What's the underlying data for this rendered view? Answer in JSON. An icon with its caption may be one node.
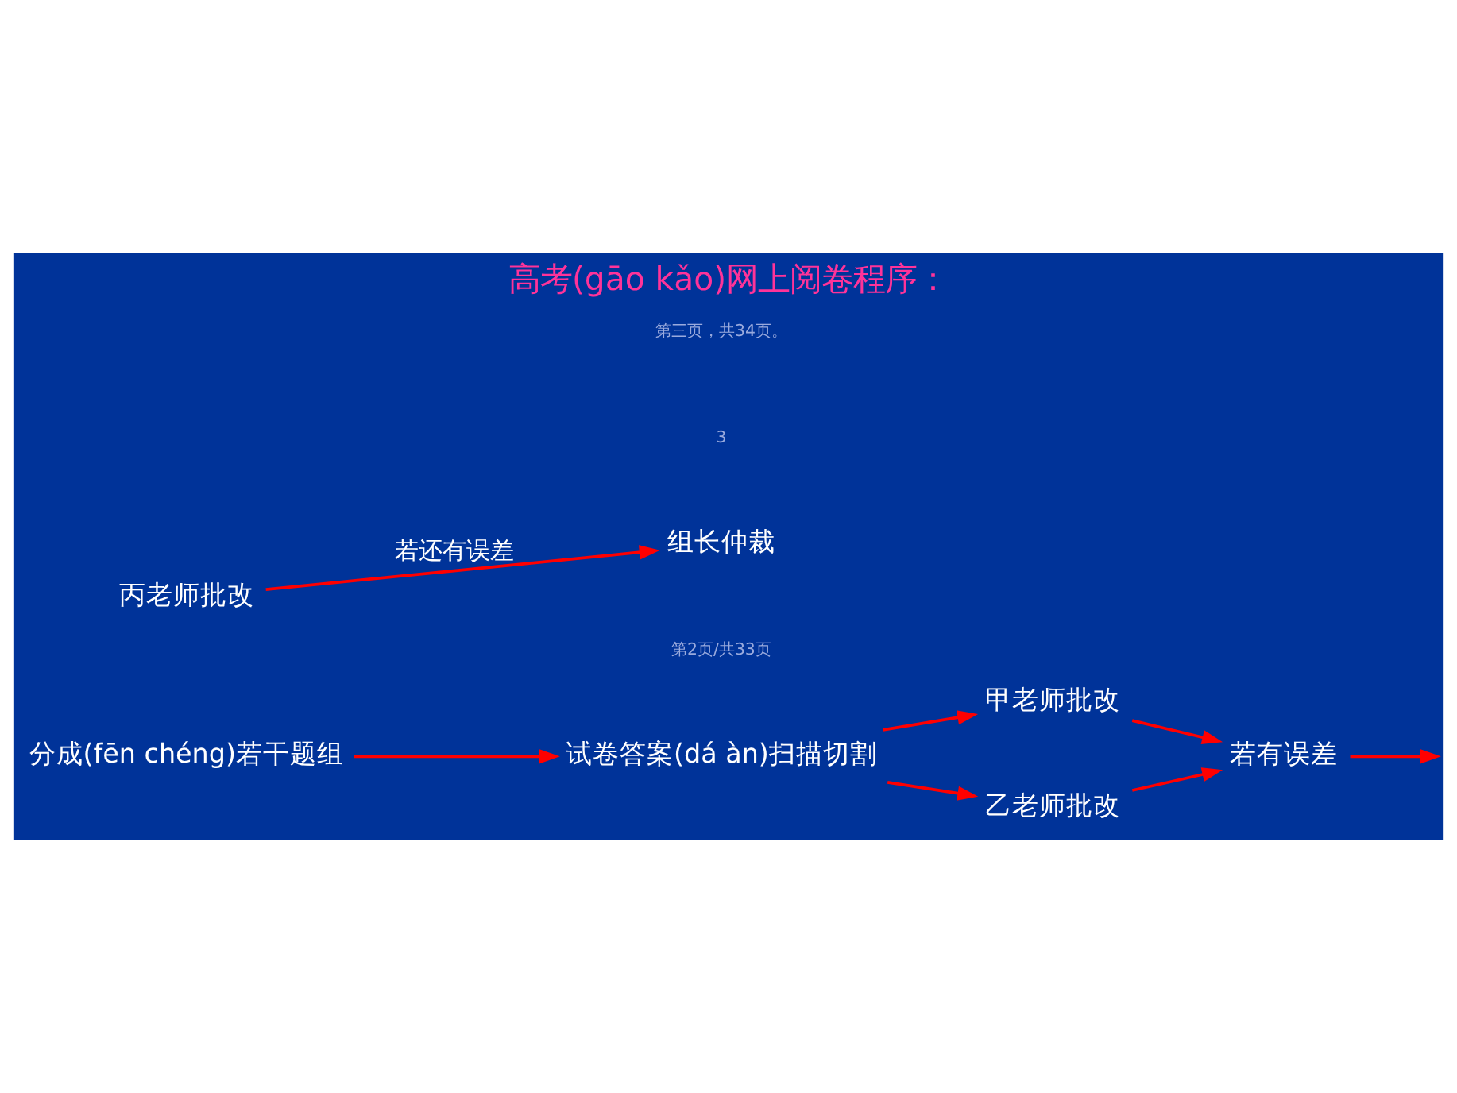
{
  "diagram": {
    "title": "高考(gāo kǎo)网上阅卷程序：",
    "nodes": [
      {
        "text": [
          "分成(fēn chéng)若干题组"
        ]
      },
      {
        "text": [
          "试卷答案(dá àn)扫描切割"
        ]
      },
      {
        "text": [
          "甲老师批改"
        ]
      },
      {
        "text": [
          "乙老师批改"
        ]
      },
      {
        "text": [
          "若有误差"
        ]
      },
      {
        "text": [
          "丙老师批改"
        ]
      },
      {
        "text": [
          "组长仲裁"
        ]
      }
    ],
    "edges": [
      {
        "from": 0,
        "to": 1,
        "arrow": "to"
      },
      {
        "from": 1,
        "to": 2,
        "arrow": "to"
      },
      {
        "from": 1,
        "to": 3,
        "arrow": "to"
      },
      {
        "from": 2,
        "to": 4,
        "arrow": "to"
      },
      {
        "from": 3,
        "to": 4,
        "arrow": "to"
      },
      {
        "from": 4,
        "to": null,
        "arrow": "to"
      },
      {
        "from": 5,
        "to": 6,
        "arrow": "to",
        "label": "若还有误差"
      }
    ],
    "labels": [
      "第2页/共33页",
      "3",
      "第三页，共34页。"
    ]
  }
}
